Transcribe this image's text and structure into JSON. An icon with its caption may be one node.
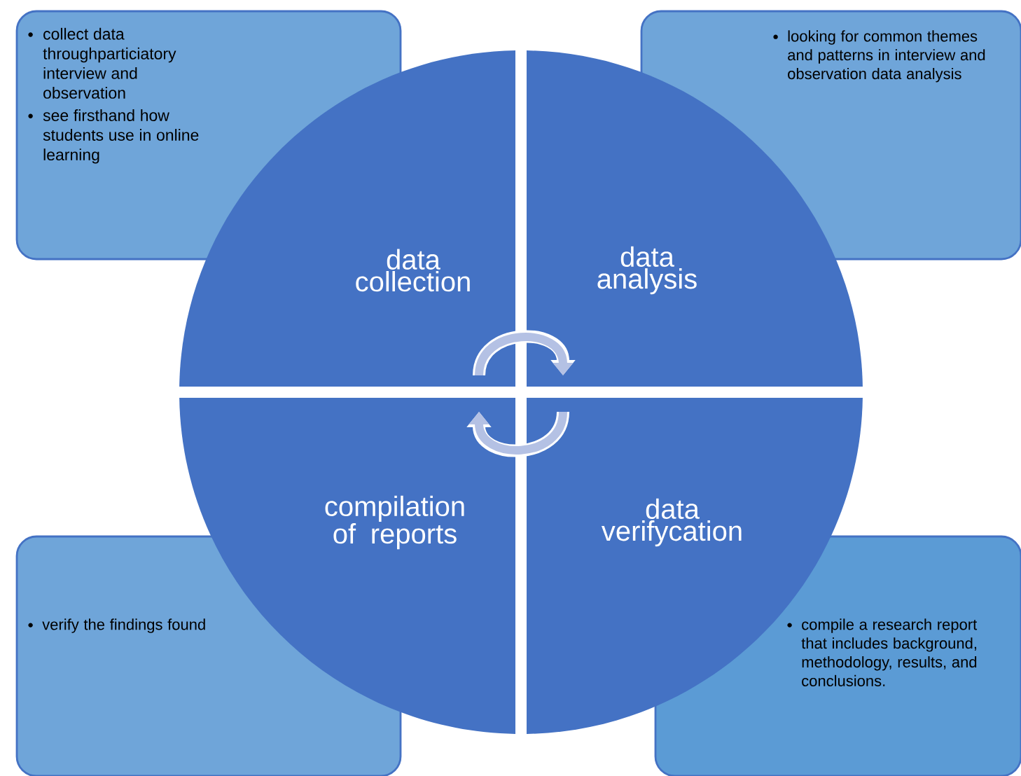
{
  "diagram": {
    "nodes": [
      {
        "text": [
          "collect data throughparticiatory interview and observation",
          "see firsthand how students use in online learning"
        ]
      },
      {
        "text": [
          "data collection"
        ]
      },
      {
        "text": [
          "data analysis"
        ]
      },
      {
        "text": [
          "looking for common themes and patterns in interview and observation data analysis"
        ]
      },
      {
        "text": [
          "compilation of reports"
        ]
      },
      {
        "text": [
          "data verifycation"
        ]
      },
      {
        "text": [
          "verify the findings found"
        ]
      },
      {
        "text": [
          "compile a research report that includes background, methodology, results, and conclusions."
        ]
      }
    ],
    "edges": [
      {
        "from": 1,
        "to": 2,
        "arrow": "to"
      },
      {
        "from": 5,
        "to": 4,
        "arrow": "to"
      }
    ]
  }
}
